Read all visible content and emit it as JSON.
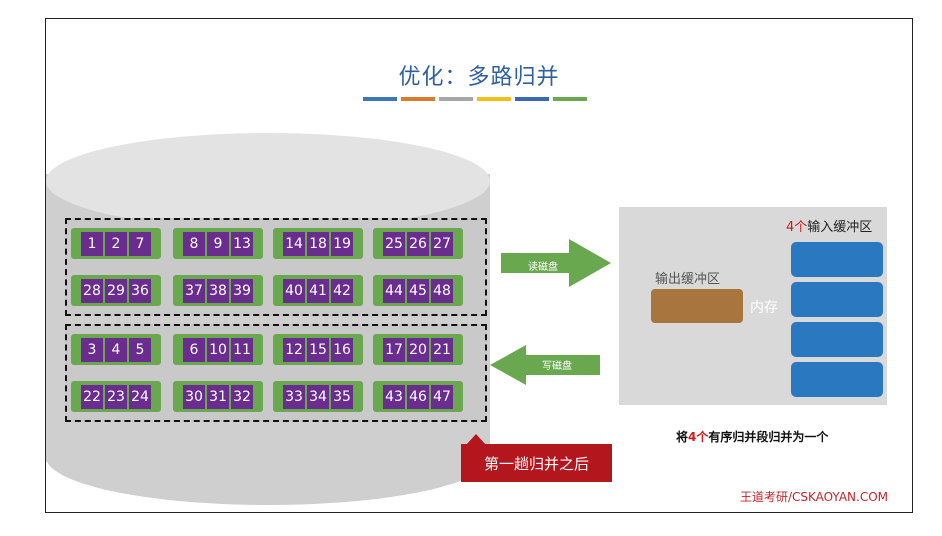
{
  "title": "优化：多路归并",
  "color_bars": [
    "#3a78b8",
    "#e07b2c",
    "#a6a6a6",
    "#f2c018",
    "#3b68b5",
    "#6aa84f"
  ],
  "band1": {
    "segments": [
      [
        "1",
        "2",
        "7"
      ],
      [
        "8",
        "9",
        "13"
      ],
      [
        "14",
        "18",
        "19"
      ],
      [
        "25",
        "26",
        "27"
      ],
      [
        "28",
        "29",
        "36"
      ],
      [
        "37",
        "38",
        "39"
      ],
      [
        "40",
        "41",
        "42"
      ],
      [
        "44",
        "45",
        "48"
      ]
    ]
  },
  "band2": {
    "segments": [
      [
        "3",
        "4",
        "5"
      ],
      [
        "6",
        "10",
        "11"
      ],
      [
        "12",
        "15",
        "16"
      ],
      [
        "17",
        "20",
        "21"
      ],
      [
        "22",
        "23",
        "24"
      ],
      [
        "30",
        "31",
        "32"
      ],
      [
        "33",
        "34",
        "35"
      ],
      [
        "43",
        "46",
        "47"
      ]
    ]
  },
  "arrows": {
    "read": "读磁盘",
    "write": "写磁盘"
  },
  "memory": {
    "input_count": "4个",
    "input_label": "输入缓冲区",
    "output_label": "输出缓冲区",
    "memory_label": "内存"
  },
  "caption": {
    "prefix": "将",
    "count": "4个",
    "suffix": "有序归并段归并为一个"
  },
  "banner": "第一趟归并之后",
  "footer": "王道考研/CSKAOYAN.COM"
}
